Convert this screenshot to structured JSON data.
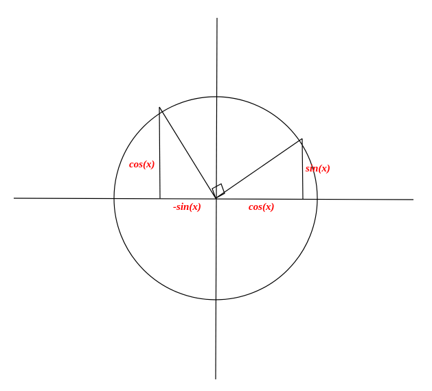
{
  "diagram": {
    "labels": {
      "cos_vertical": "cos(x)",
      "neg_sin": "-sin(x)",
      "cos_horizontal": "cos(x)",
      "sin": "sin(x)"
    },
    "colors": {
      "lines": "#000000",
      "labels": "#ff0000",
      "background": "#ffffff"
    }
  }
}
